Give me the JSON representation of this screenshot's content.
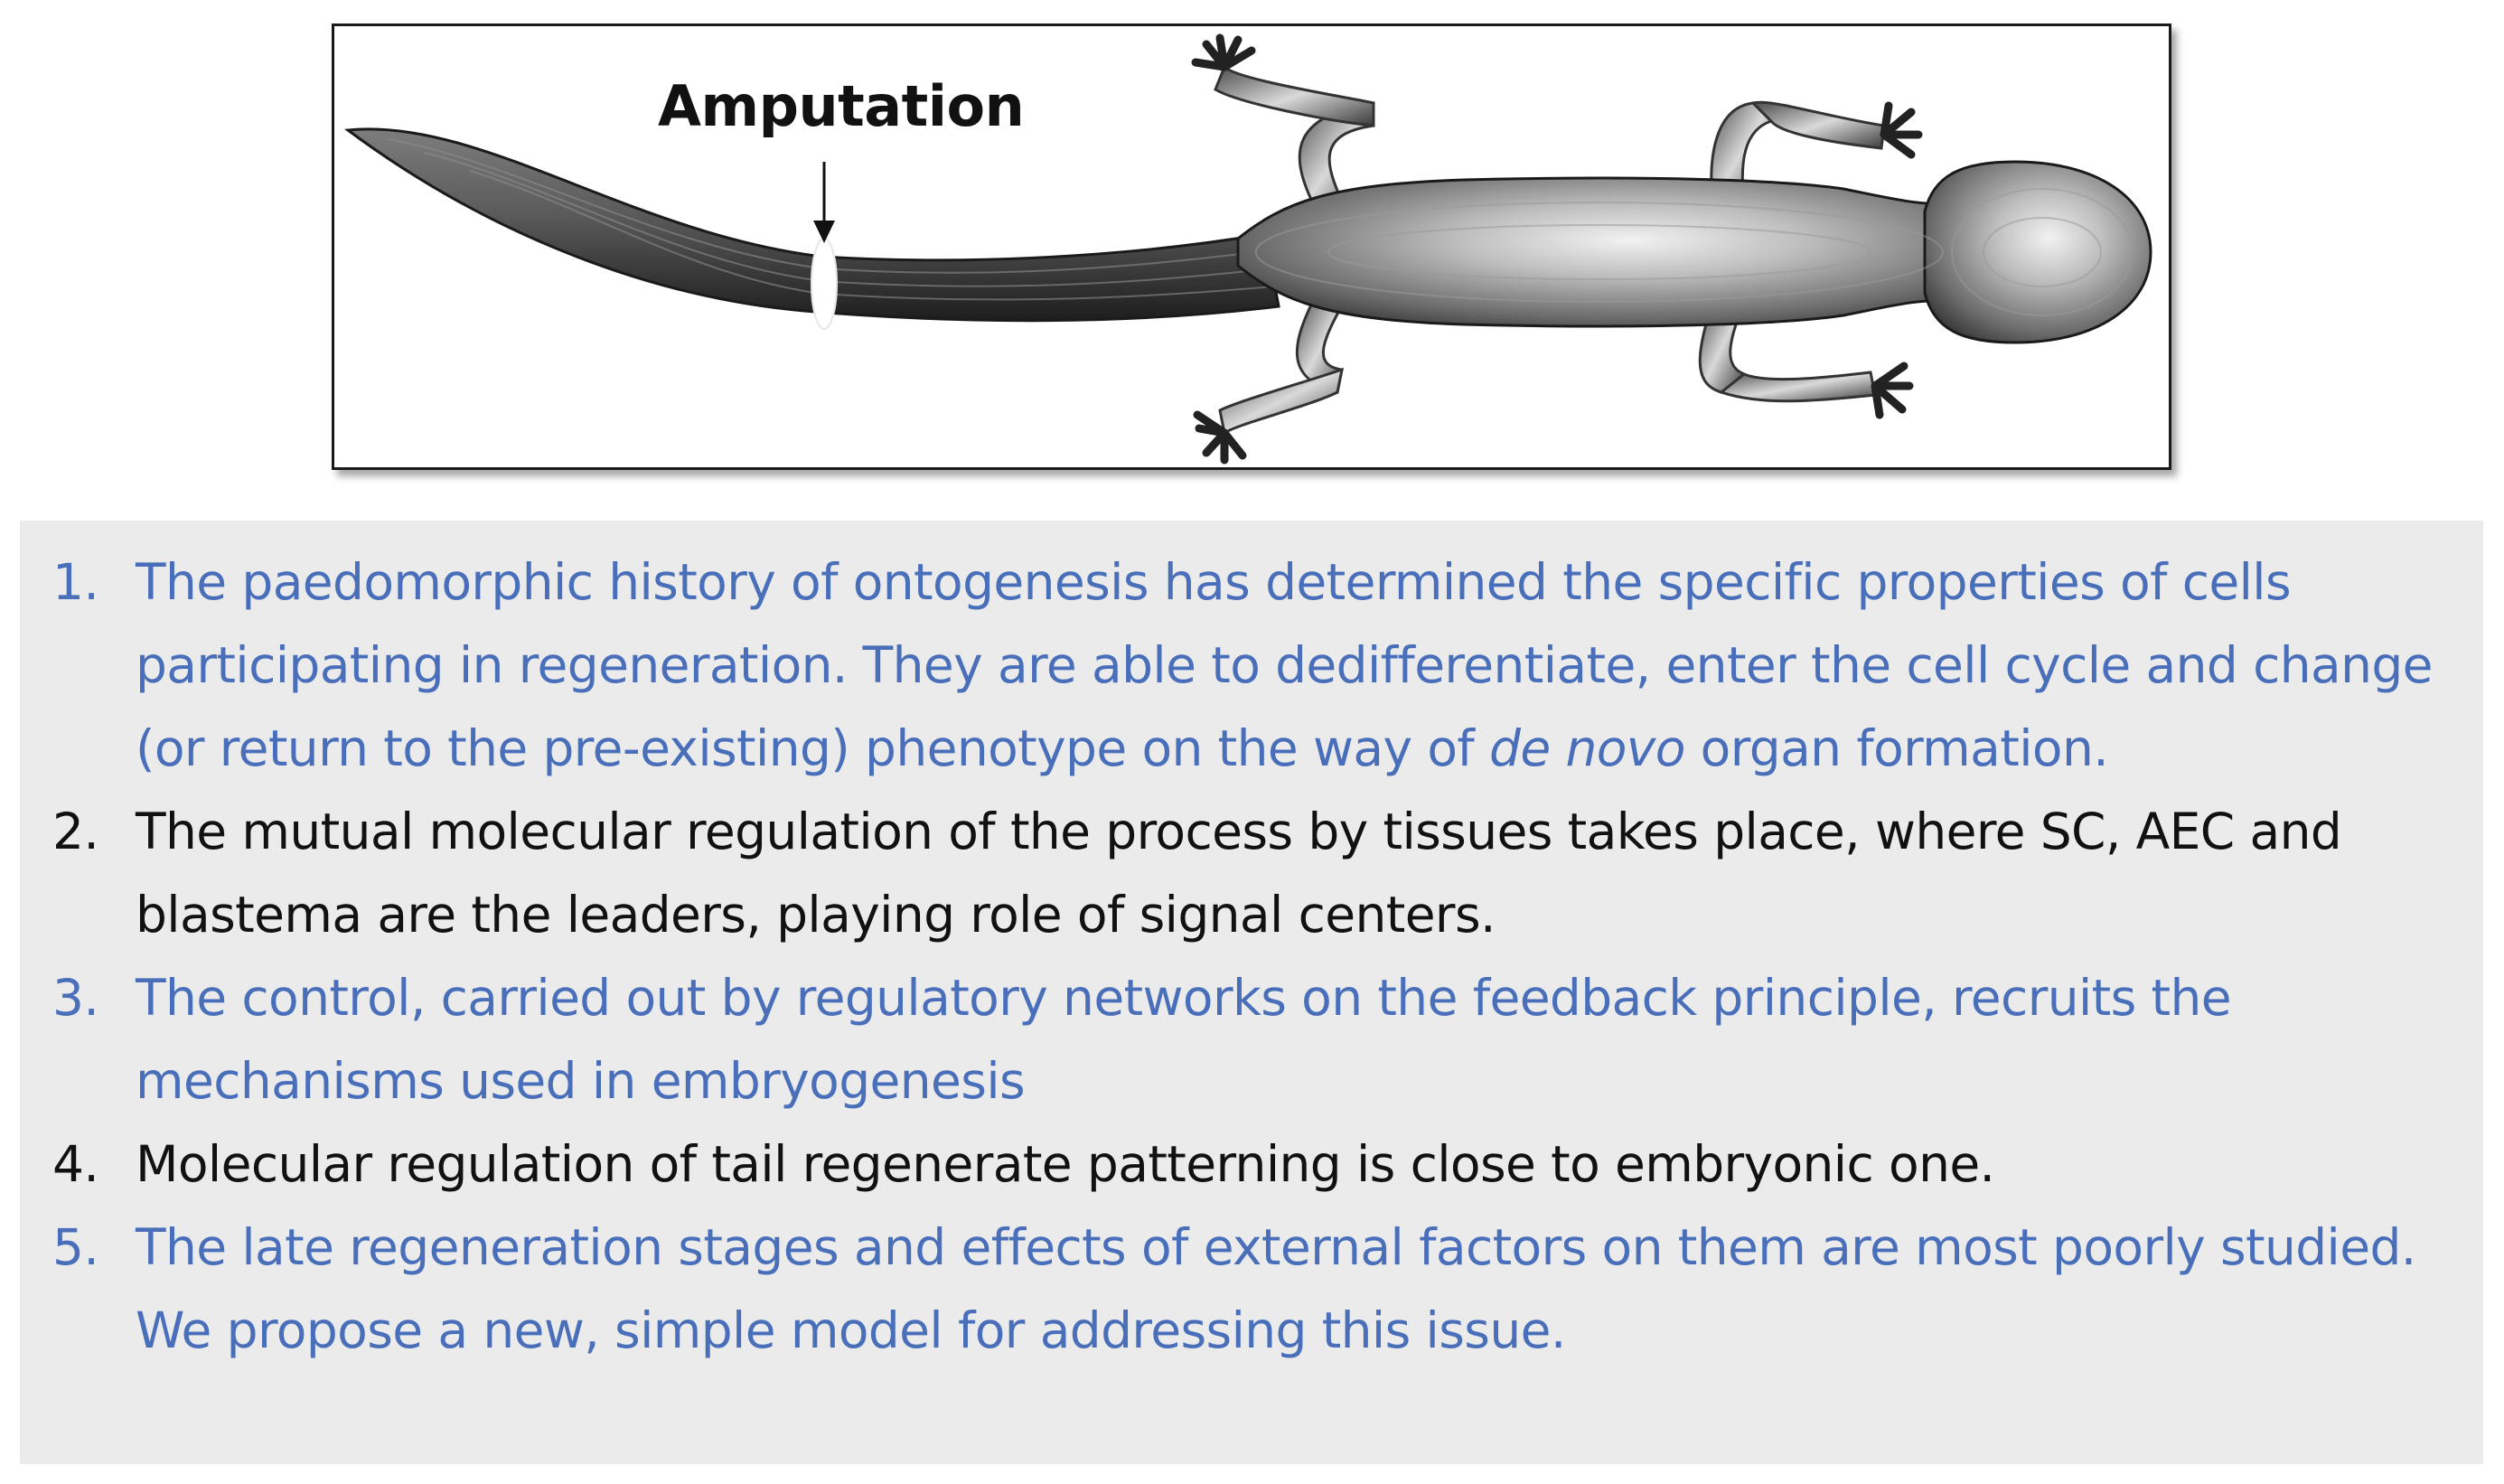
{
  "figure": {
    "label": "Amputation"
  },
  "items": [
    {
      "number": "1.",
      "color": "#4a6fba",
      "text_a": "The paedomorphic history of ontogenesis has determined the specific properties of cells participating in regeneration. They are able to dedifferentiate, enter the cell cycle and change (or return to the pre-existing) phenotype on the way of ",
      "text_italic": "de novo",
      "text_b": " organ formation."
    },
    {
      "number": "2.",
      "color": "#111111",
      "text": "The mutual molecular regulation of the process by tissues takes place, where SC, AEC and blastema are the leaders, playing role of signal centers."
    },
    {
      "number": "3.",
      "color": "#4a6fba",
      "text": "The control, carried out by regulatory networks on the feedback principle, recruits the mechanisms used in embryogenesis"
    },
    {
      "number": "4.",
      "color": "#111111",
      "text": "Molecular regulation of tail regenerate patterning is close to embryonic one."
    },
    {
      "number": "5.",
      "color": "#4a6fba",
      "text": "The late regeneration stages and effects of external factors on them are most poorly studied. We propose a new, simple model for addressing this issue."
    }
  ]
}
